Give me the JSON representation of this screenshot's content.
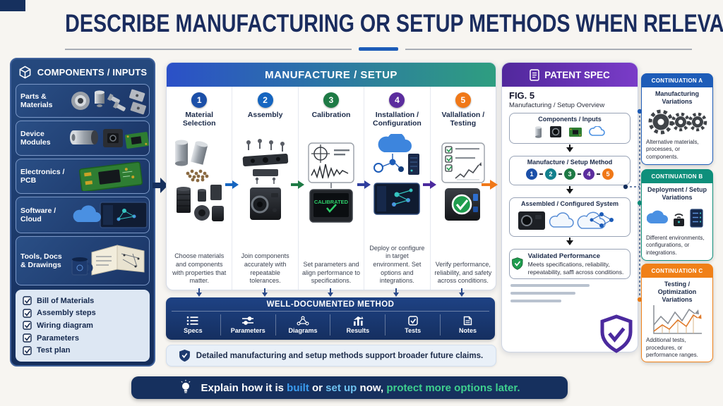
{
  "page": {
    "title": "DESCRIBE MANUFACTURING OR SETUP METHODS WHEN RELEVANT"
  },
  "components_panel": {
    "header": "COMPONENTS / INPUTS",
    "rows": [
      {
        "label": "Parts & Materials"
      },
      {
        "label": "Device Modules"
      },
      {
        "label": "Electronics / PCB"
      },
      {
        "label": "Software / Cloud"
      },
      {
        "label": "Tools, Docs & Drawings"
      }
    ],
    "checklist": [
      {
        "label": "Bill of Materials"
      },
      {
        "label": "Assembly steps"
      },
      {
        "label": "Wiring diagram"
      },
      {
        "label": "Parameters"
      },
      {
        "label": "Test plan"
      }
    ]
  },
  "manufacture_panel": {
    "header": "MANUFACTURE / SETUP",
    "steps": [
      {
        "num": "1",
        "title": "Material Selection",
        "desc": "Choose materials and components with properties that matter.",
        "color": "#1b4fa8"
      },
      {
        "num": "2",
        "title": "Assembly",
        "desc": "Join components accurately with repeatable tolerances.",
        "color": "#1565c0"
      },
      {
        "num": "3",
        "title": "Calibration",
        "desc": "Set parameters and align performance to specifications.",
        "color": "#1e7a45",
        "screen_label": "CALIBRATED"
      },
      {
        "num": "4",
        "title": "Installation / Configuration",
        "desc": "Deploy or configure in target environment. Set options and integrations.",
        "color": "#5b2d9e"
      },
      {
        "num": "5",
        "title": "Vallallation / Testing",
        "desc": "Verify performance, reliability, and safety across conditions.",
        "color": "#f07818"
      }
    ],
    "arrow_colors": {
      "entry": "#16305e",
      "a1": "#1565c0",
      "a2": "#1e7a45",
      "a3": "#303f9f",
      "a4": "#4b2a9e",
      "exit": "#f07818"
    }
  },
  "documented_bar": {
    "title": "WELL-DOCUMENTED METHOD",
    "items": [
      {
        "label": "Specs"
      },
      {
        "label": "Parameters"
      },
      {
        "label": "Diagrams"
      },
      {
        "label": "Results"
      },
      {
        "label": "Tests"
      },
      {
        "label": "Notes"
      }
    ]
  },
  "note": {
    "text": "Detailed manufacturing and setup methods support broader future claims."
  },
  "patent_panel": {
    "header": "PATENT SPEC",
    "fig_label": "FIG. 5",
    "fig_caption": "Manufacturing / Setup Overview",
    "box_components": "Components / Inputs",
    "box_method": "Manufacture / Setup Method",
    "method_steps": [
      {
        "num": "1",
        "color": "#1b4fa8"
      },
      {
        "num": "2",
        "color": "#13808d"
      },
      {
        "num": "3",
        "color": "#1e7a45"
      },
      {
        "num": "4",
        "color": "#5b2d9e"
      },
      {
        "num": "5",
        "color": "#f07818"
      }
    ],
    "box_assembled": "Assembled / Configured System",
    "validated": {
      "title": "Validated Performance",
      "text": "Meets specifications, reliability, repeatability, saffl across conditions."
    }
  },
  "continuations": [
    {
      "header": "CONTINUATION A",
      "title": "Manufacturing Variations",
      "desc": "Alternative materials, processes, or components.",
      "color": "#1d5cb8"
    },
    {
      "header": "CONTINUATION B",
      "title": "Deployment / Setup Variations",
      "desc": "Different environments, configurations, or integrations.",
      "color": "#0e8f7b"
    },
    {
      "header": "CONTINUATION C",
      "title": "Testing / Optimization Variations",
      "desc": "Additional tests, procedures, or performance ranges.",
      "color": "#f08018"
    }
  ],
  "footer": {
    "parts": [
      {
        "text": "Explain how it is ",
        "color": "#ffffff"
      },
      {
        "text": "built",
        "color": "#3b9df0"
      },
      {
        "text": " or ",
        "color": "#ffffff"
      },
      {
        "text": "set up",
        "color": "#6ec1ef"
      },
      {
        "text": " now, ",
        "color": "#ffffff"
      },
      {
        "text": "protect more options later.",
        "color": "#3ecf8e"
      }
    ]
  }
}
